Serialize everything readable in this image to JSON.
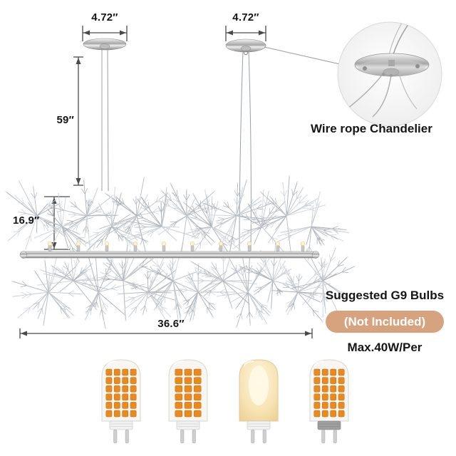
{
  "dimensions": {
    "canopy_left": "4.72″",
    "canopy_right": "4.72″",
    "drop": "59″",
    "height": "16.9″",
    "width": "36.6″"
  },
  "callout": {
    "caption": "Wire rope Chandelier"
  },
  "bulbs_info": {
    "title": "Suggested G9 Bulbs",
    "badge": "(Not Included)",
    "wattage": "Max.40W/Per"
  },
  "colors": {
    "badge_bg": "#d7a37e",
    "badge_text": "#ffffff",
    "dimension_line": "#4a4a4a",
    "chrome_light": "#f5f5f5",
    "chrome_dark": "#8c8c8c",
    "branch_silver": "#b4bac0",
    "led_chip_orange": "#ea8a1e",
    "lit_bulb_glow": "#f7e3b4"
  },
  "bulbs": [
    {
      "name": "g9-led-corn-bulb-1",
      "style": "chips"
    },
    {
      "name": "g9-led-corn-bulb-2",
      "style": "chips3"
    },
    {
      "name": "g9-led-bulb-lit",
      "style": "glow"
    },
    {
      "name": "g9-led-corn-bulb-3",
      "style": "chips-gray"
    }
  ]
}
